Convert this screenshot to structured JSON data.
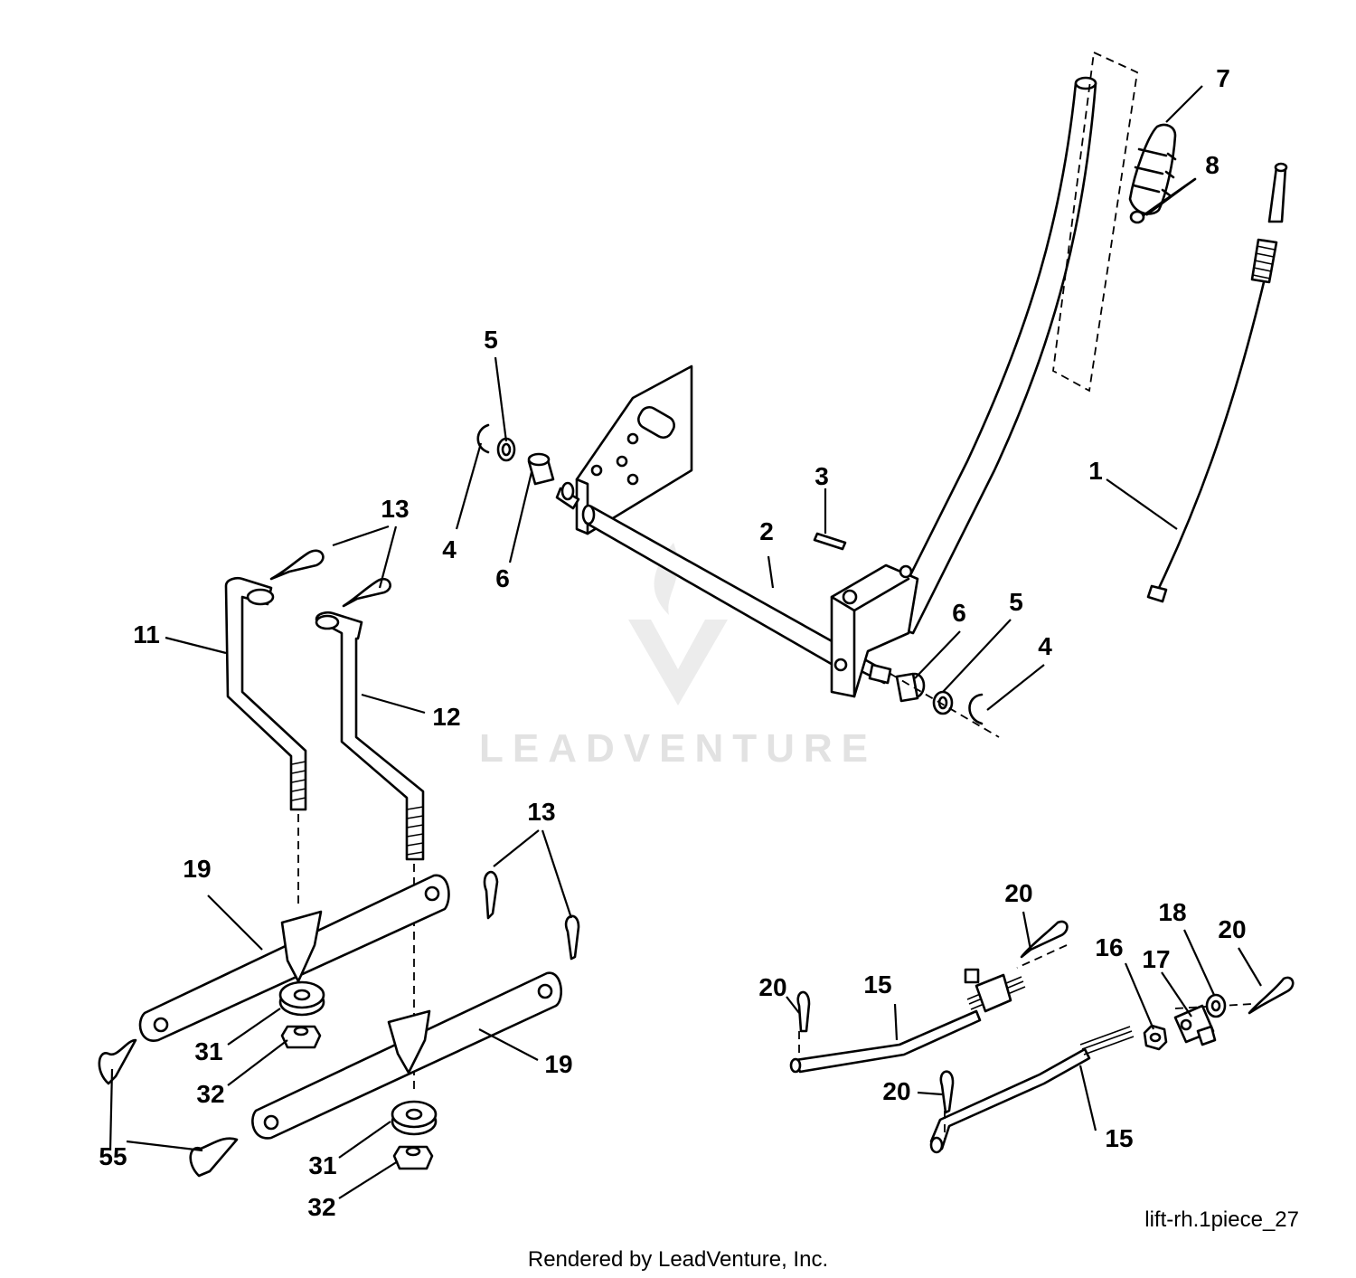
{
  "watermark": {
    "text": "LEADVENTURE"
  },
  "drawing_id": "lift-rh.1piece_27",
  "footer": "Rendered by LeadVenture, Inc.",
  "callouts": {
    "c1": "1",
    "c2": "2",
    "c3": "3",
    "c4a": "4",
    "c4b": "4",
    "c5a": "5",
    "c5b": "5",
    "c6a": "6",
    "c6b": "6",
    "c7": "7",
    "c8": "8",
    "c11": "11",
    "c12": "12",
    "c13a": "13",
    "c13b": "13",
    "c15a": "15",
    "c15b": "15",
    "c16": "16",
    "c17": "17",
    "c18": "18",
    "c19a": "19",
    "c19b": "19",
    "c20a": "20",
    "c20b": "20",
    "c20c": "20",
    "c20d": "20",
    "c31a": "31",
    "c31b": "31",
    "c32a": "32",
    "c32b": "32",
    "c55": "55"
  }
}
